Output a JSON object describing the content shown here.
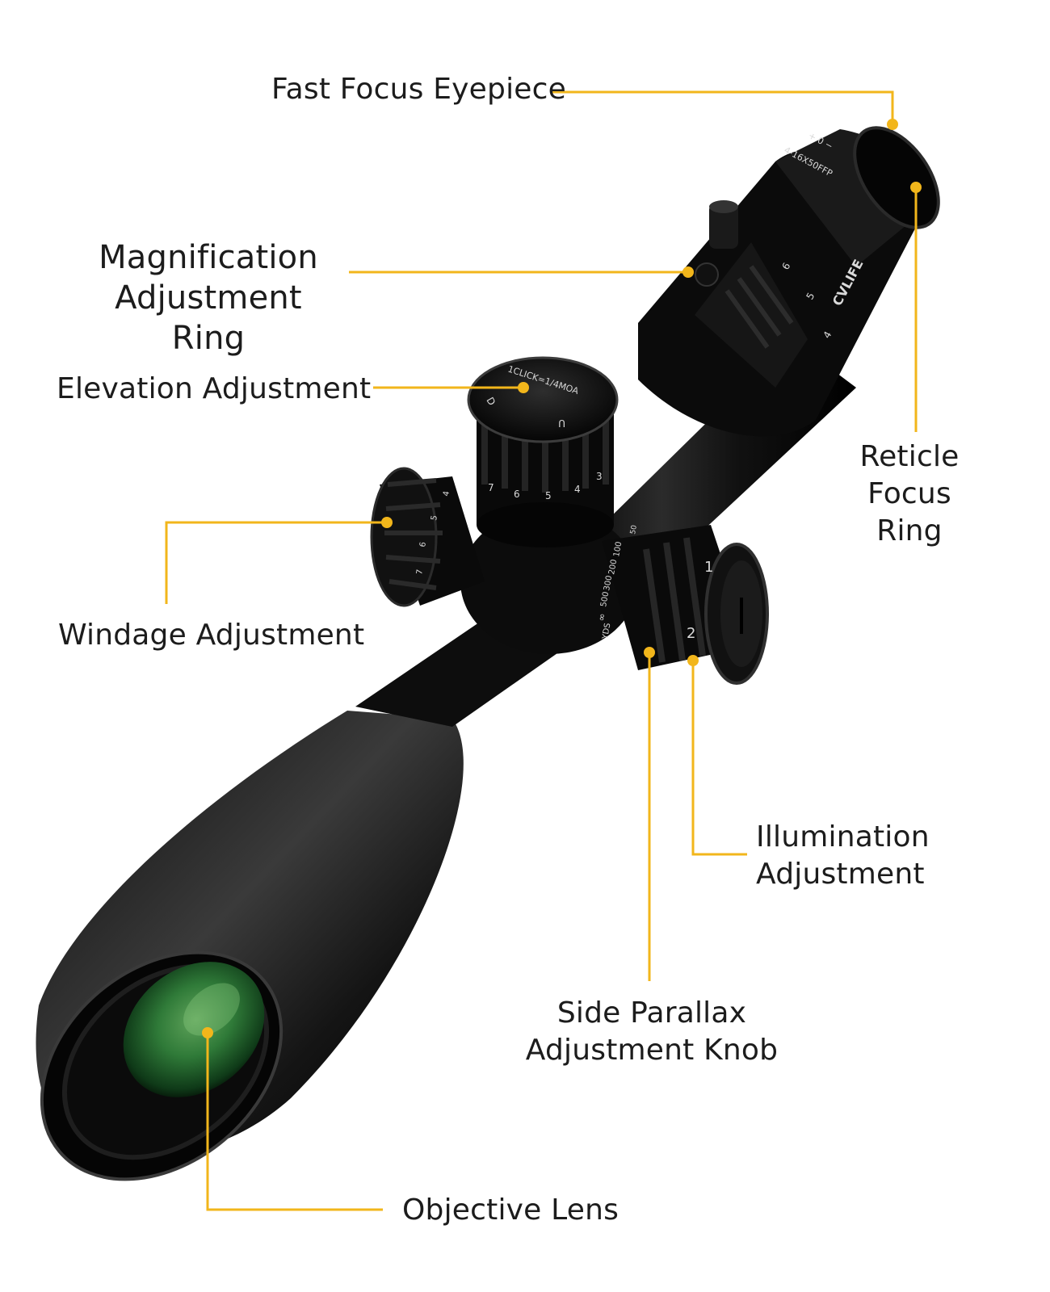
{
  "accent": "#f2b61b",
  "labels": {
    "eyepiece": "Fast Focus Eyepiece",
    "magnification": "Magnification\nAdjustment Ring",
    "elevation": "Elevation Adjustment",
    "reticle": "Reticle Focus\nRing",
    "windage": "Windage Adjustment",
    "illumination": "Illumination\nAdjustment",
    "parallax": "Side Parallax\nAdjustment Knob",
    "objective": "Objective Lens"
  },
  "scope": {
    "brand": "CVLIFE",
    "model": "4-16X50FFP",
    "eyepiece_marks": "+ 0 −",
    "elevation_cap": "1CLICK=1/4MOA",
    "elevation_dir": "U",
    "elevation_dir2": "D",
    "elevation_numbers": [
      "7",
      "6",
      "5",
      "4",
      "3"
    ],
    "windage_numbers": [
      "4",
      "5",
      "6",
      "7"
    ],
    "magnification_numbers": [
      "6",
      "5",
      "4"
    ],
    "parallax_marks": [
      "50",
      "100",
      "200",
      "300",
      "500",
      "∞",
      "YDS"
    ],
    "illumination_numbers": [
      "1",
      "2"
    ]
  }
}
